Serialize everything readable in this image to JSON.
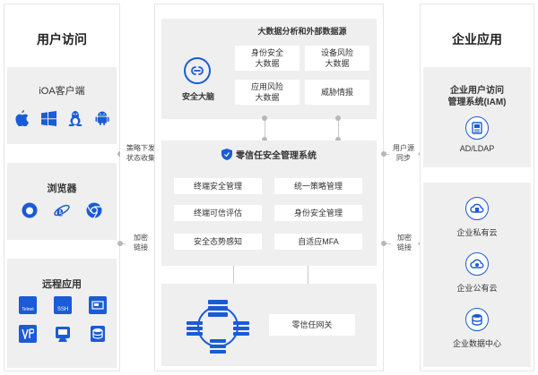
{
  "left": {
    "title": "用户访问",
    "ioa": {
      "title": "iOA客户端",
      "icons": [
        "apple-icon",
        "windows-icon",
        "linux-icon",
        "android-icon"
      ]
    },
    "browser": {
      "title": "浏览器",
      "icons": [
        "firefox-icon",
        "ie-icon",
        "chrome-icon"
      ]
    },
    "remote": {
      "title": "远程应用",
      "icons": [
        "telnet-icon",
        "ssh-icon",
        "sftp-icon",
        "vnc-icon",
        "rdp-icon",
        "database-icon"
      ],
      "telnet": "Telnet",
      "ssh": "SSH"
    }
  },
  "connectors": {
    "policy": [
      "策略下发",
      "状态收集"
    ],
    "encrypt_left": [
      "加密",
      "链接"
    ],
    "user_sync": [
      "用户源",
      "同步"
    ],
    "encrypt_right": [
      "加密",
      "链接"
    ]
  },
  "center": {
    "brain": {
      "name": "安全大脑",
      "title": "大数据分析和外部数据源",
      "tiles": [
        [
          "身份安全",
          "大数据"
        ],
        [
          "设备风险",
          "大数据"
        ],
        [
          "应用风险",
          "大数据"
        ],
        [
          "威胁情报"
        ]
      ]
    },
    "zt": {
      "title": "零信任安全管理系统",
      "tiles": [
        "终端安全管理",
        "统一策略管理",
        "终端可信评估",
        "身份安全管理",
        "安全态势感知",
        "自适应MFA"
      ]
    },
    "gateway": {
      "label": "零信任网关"
    }
  },
  "right": {
    "title": "企业应用",
    "iam": {
      "title_line1": "企业用户访问",
      "title_line2": "管理系统(IAM)",
      "item": "AD/LDAP"
    },
    "resources": [
      "企业私有云",
      "企业公有云",
      "企业数据中心"
    ]
  },
  "colors": {
    "blue": "#1a5bd6",
    "panel": "#efefef",
    "line": "#c9c9c9"
  }
}
